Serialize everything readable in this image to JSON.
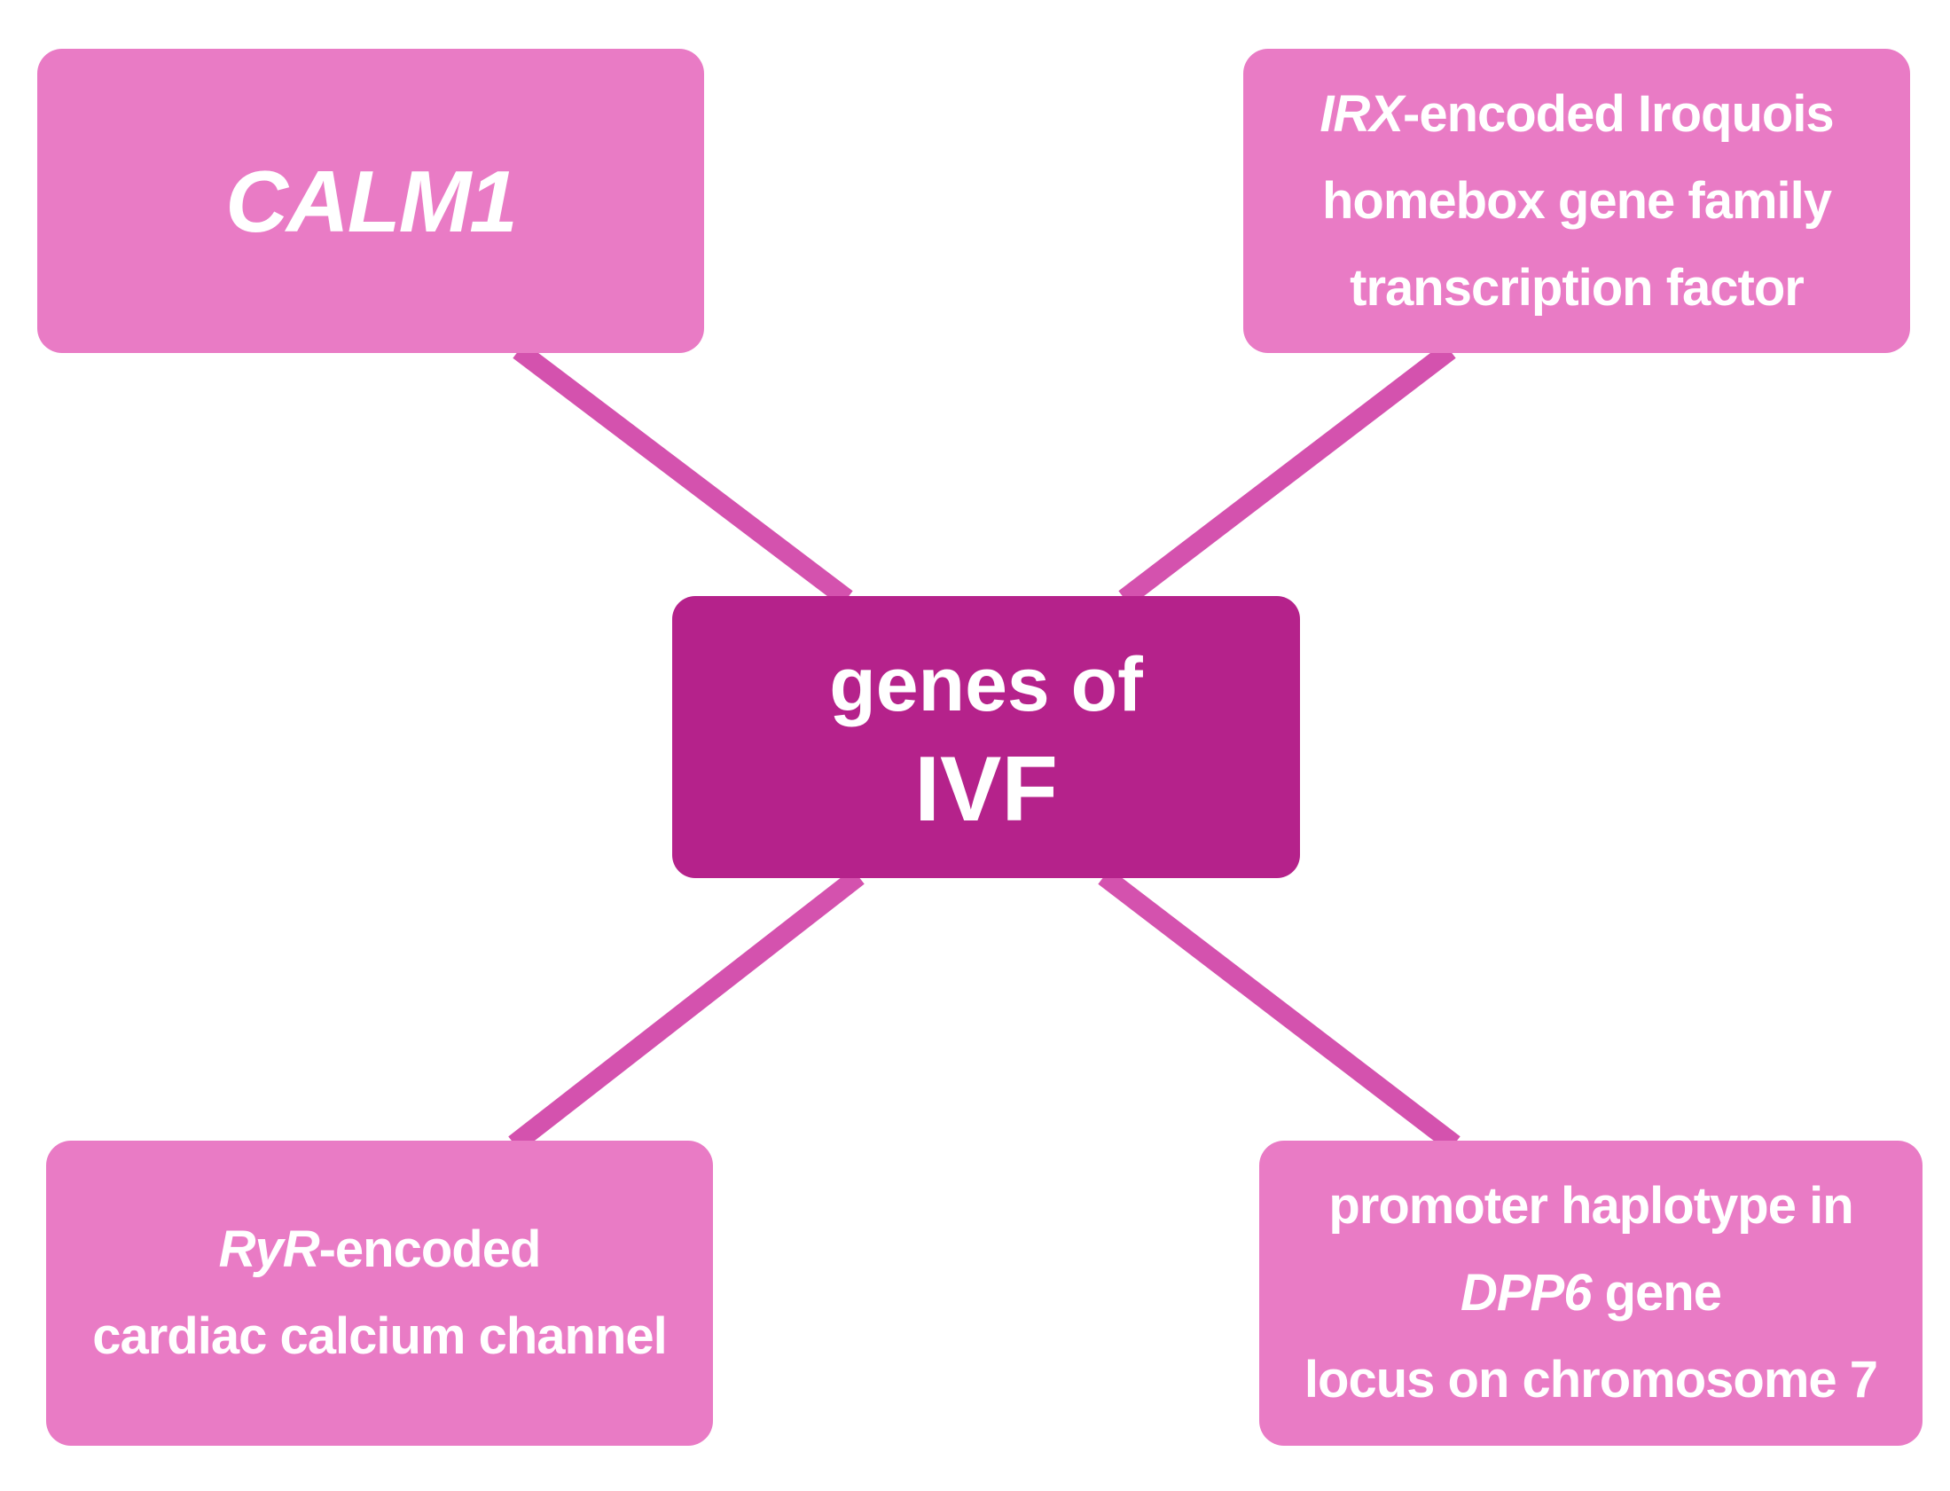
{
  "colors": {
    "outer_box": "#e97bc5",
    "center_box": "#b5228b",
    "connector": "#d452ae",
    "text": "#ffffff"
  },
  "center": {
    "line1": "genes of",
    "line2": "IVF"
  },
  "top_left": {
    "label": "CALM1"
  },
  "top_right": {
    "line1_italic": "IRX",
    "line1_rest": "-encoded Iroquois",
    "line2": "homebox gene family",
    "line3": "transcription factor"
  },
  "bottom_left": {
    "line1_italic": "RyR",
    "line1_rest": "-encoded",
    "line2": "cardiac calcium channel"
  },
  "bottom_right": {
    "line1": "promoter haplotype in",
    "line2_italic": "DPP6",
    "line2_rest": " gene",
    "line3": "locus on chromosome 7"
  }
}
